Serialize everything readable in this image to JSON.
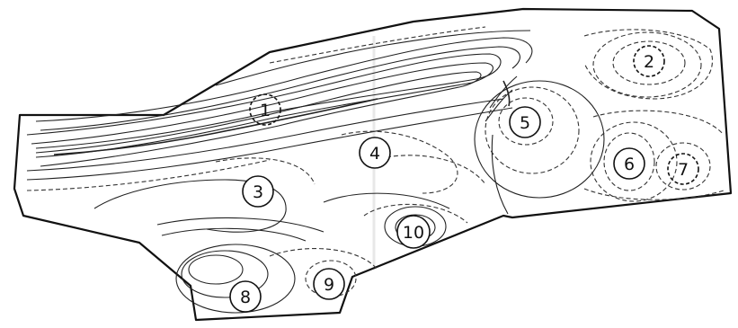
{
  "markers": [
    {
      "id": "1",
      "label": "1",
      "dashed": true
    },
    {
      "id": "2",
      "label": "2",
      "dashed": true
    },
    {
      "id": "3",
      "label": "3",
      "dashed": false
    },
    {
      "id": "4",
      "label": "4",
      "dashed": false
    },
    {
      "id": "5",
      "label": "5",
      "dashed": false
    },
    {
      "id": "6",
      "label": "6",
      "dashed": false
    },
    {
      "id": "7",
      "label": "7",
      "dashed": true
    },
    {
      "id": "8",
      "label": "8",
      "dashed": false
    },
    {
      "id": "9",
      "label": "9",
      "dashed": false
    },
    {
      "id": "10",
      "label": "10",
      "dashed": false
    }
  ],
  "colors": {
    "ink": "#111111",
    "paper": "#ffffff"
  }
}
